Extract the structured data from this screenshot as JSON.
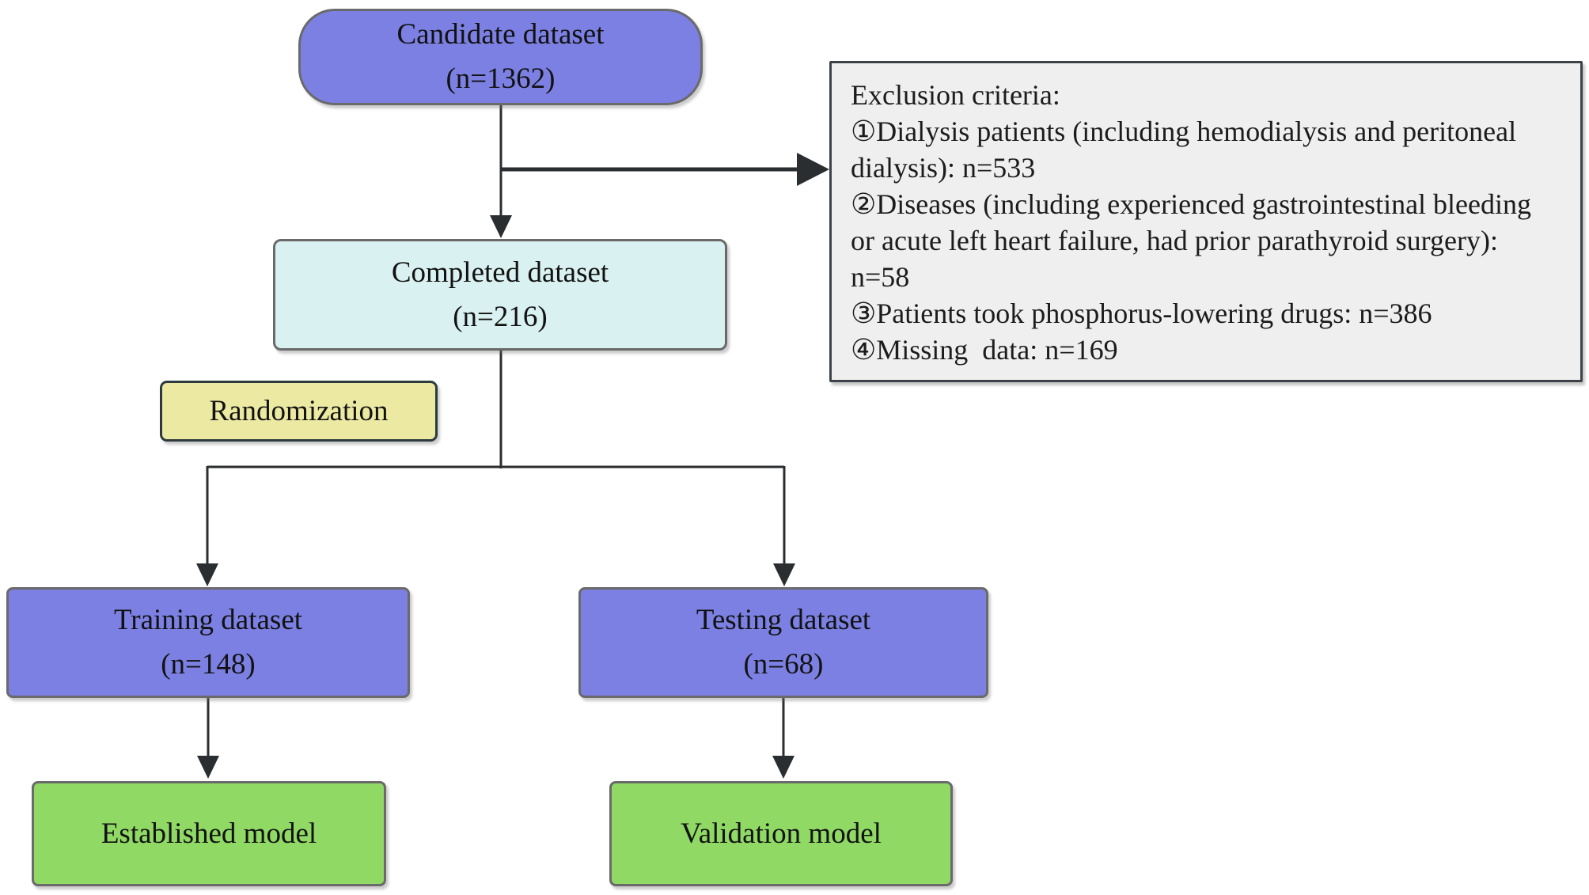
{
  "diagram_type": "flowchart",
  "nodes": {
    "candidate": {
      "label": "Candidate dataset",
      "count": "(n=1362)"
    },
    "completed": {
      "label": "Completed dataset",
      "count": "(n=216)"
    },
    "randomization": {
      "label": "Randomization"
    },
    "training": {
      "label": "Training dataset",
      "count": "(n=148)"
    },
    "testing": {
      "label": "Testing dataset",
      "count": "(n=68)"
    },
    "established": {
      "label": "Established model"
    },
    "validation": {
      "label": "Validation model"
    },
    "exclusion": {
      "title": "Exclusion criteria:",
      "lines": [
        "①Dialysis patients (including hemodialysis and peritoneal",
        "dialysis): n=533",
        "②Diseases (including experienced gastrointestinal bleeding",
        "or acute left heart failure, had prior parathyroid surgery):",
        "n=58",
        "③Patients took phosphorus-lowering drugs: n=386",
        "④Missing  data: n=169"
      ],
      "criteria_counts": {
        "dialysis": 533,
        "diseases": 58,
        "phosphorus_lowering_drugs": 386,
        "missing_data": 169
      }
    }
  },
  "edges": [
    "candidate -> completed",
    "candidate -> exclusion",
    "completed -> training (via randomization split)",
    "completed -> testing (via randomization split)",
    "training -> established",
    "testing -> validation"
  ],
  "colors": {
    "dataset_box": "#7b80e2",
    "completed_box": "#d9f1f0",
    "randomization_box": "#ece9a2",
    "model_box": "#8fd964",
    "exclusion_box": "#efefef",
    "box_border_gray": "#6a6a6a",
    "box_border_dark": "#2e3b3e",
    "connector": "#2b2e30",
    "text": "#121212",
    "background": "#ffffff"
  }
}
